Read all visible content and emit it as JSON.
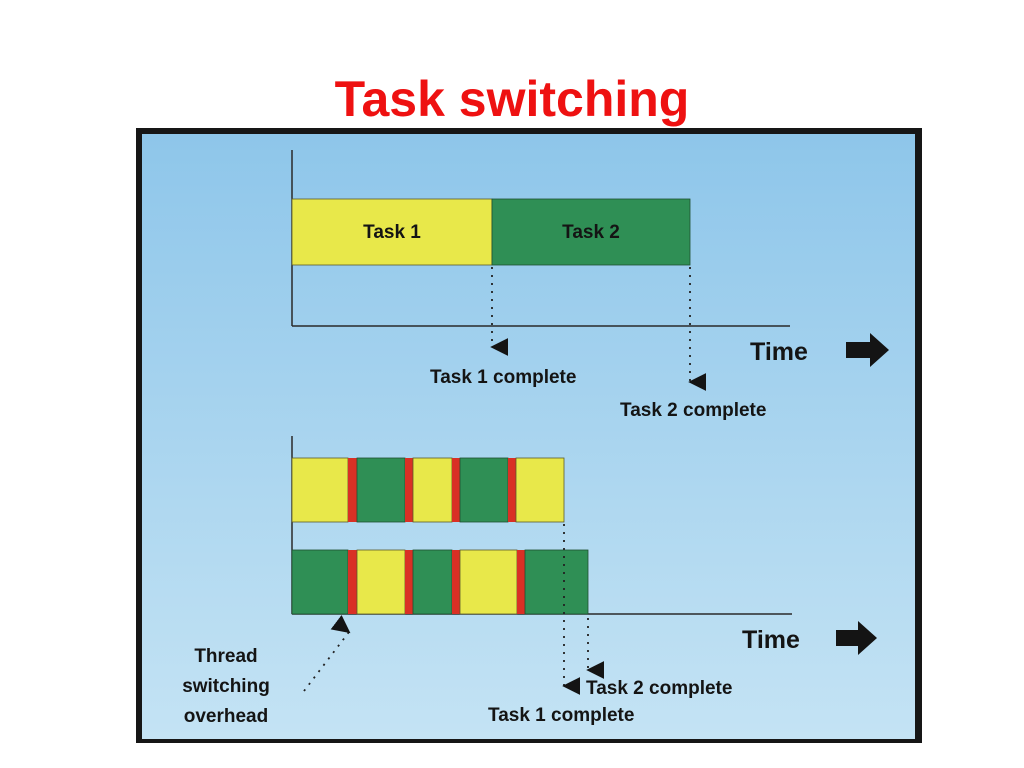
{
  "title": "Task switching",
  "colors": {
    "task1": "#e8e84a",
    "task2": "#2f8f55",
    "switch_overhead": "#d93025",
    "title": "#ee1111",
    "background_top": "#8ec6ea",
    "background_bottom": "#c4e3f4",
    "frame": "#161616"
  },
  "sequential": {
    "bars": [
      {
        "label": "Task 1",
        "task": "task1"
      },
      {
        "label": "Task 2",
        "task": "task2"
      }
    ],
    "time_label": "Time",
    "task1_complete": "Task 1 complete",
    "task2_complete": "Task 2 complete"
  },
  "interleaved": {
    "top_row": [
      "task1",
      "task2",
      "task1",
      "task2",
      "task1"
    ],
    "bottom_row": [
      "task2",
      "task1",
      "task2",
      "task1",
      "task2"
    ],
    "time_label": "Time",
    "task2_complete": "Task 2 complete",
    "task1_complete": "Task 1 complete",
    "overhead_label": [
      "Thread",
      "switching",
      "overhead"
    ]
  }
}
